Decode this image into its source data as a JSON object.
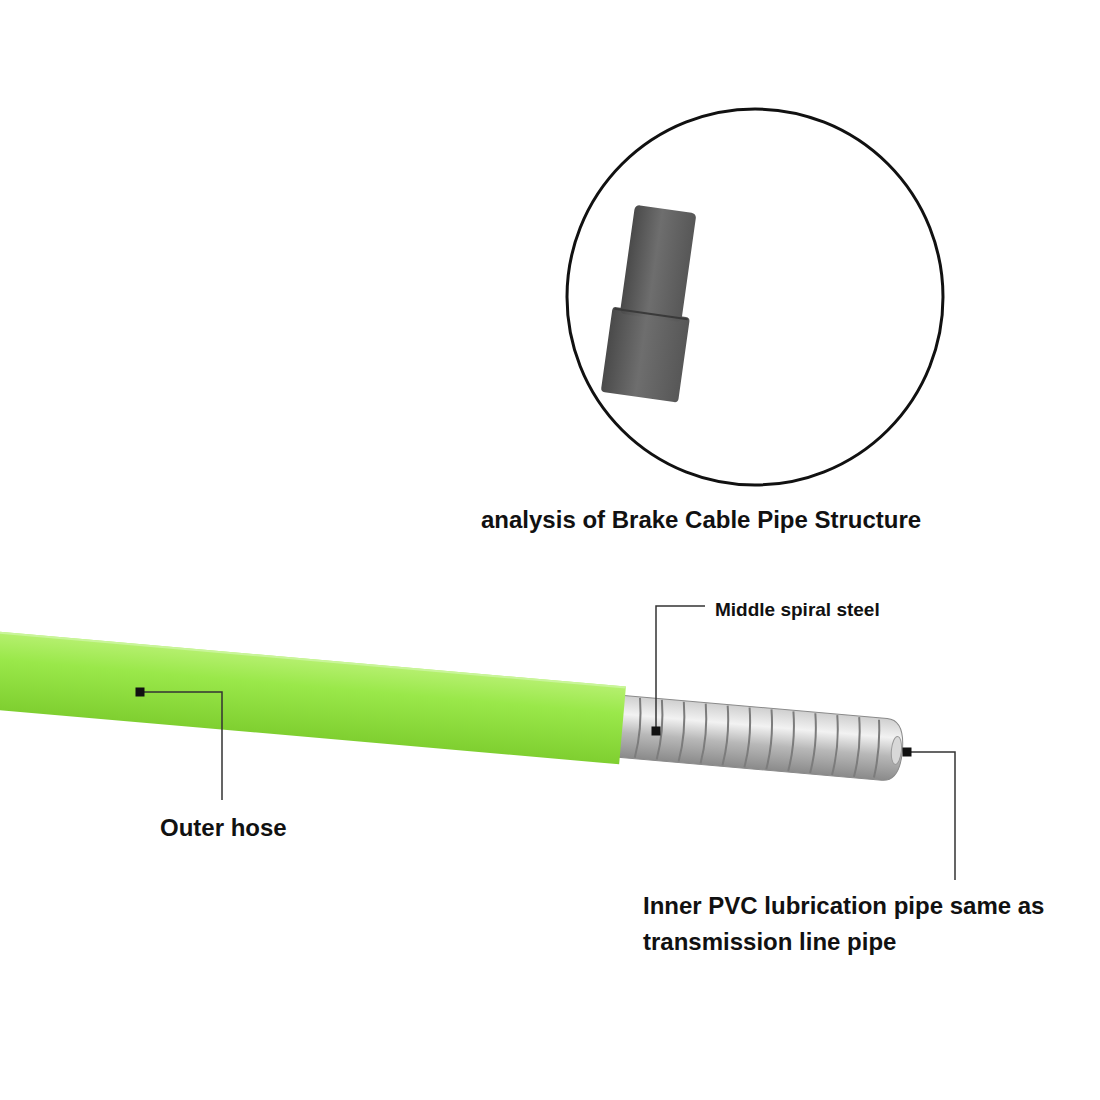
{
  "diagram": {
    "title": "analysis of Brake Cable Pipe Structure",
    "labels": [
      "Middle spiral steel",
      "Outer hose",
      "Inner PVC lubrication pipe same as transmission line pipe"
    ]
  }
}
